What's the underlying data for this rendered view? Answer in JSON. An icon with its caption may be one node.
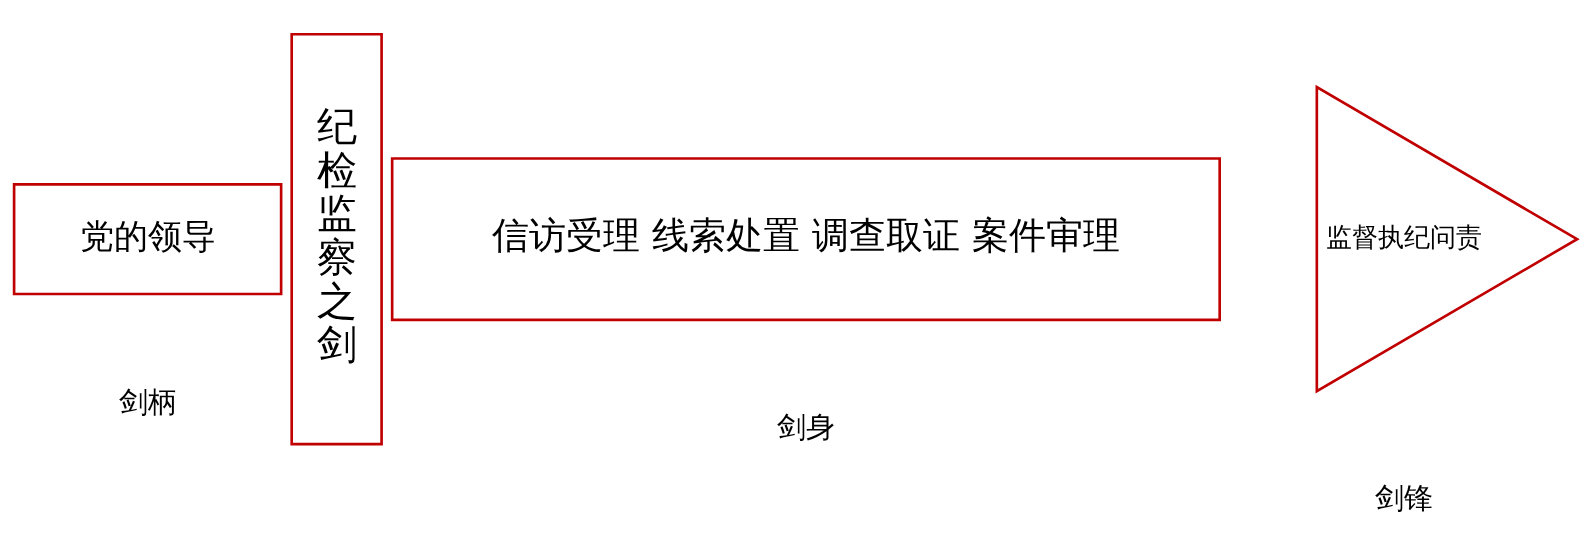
{
  "diagram": {
    "nodes": [
      {
        "text": [
          "党的领导"
        ]
      },
      {
        "text": [
          "纪检监察之剑"
        ]
      },
      {
        "text": [
          "信访受理 线索处置 调查取证 案件审理"
        ]
      },
      {
        "text": [
          "监督执纪问责"
        ]
      }
    ],
    "labels": [
      "剑柄",
      "剑身",
      "剑锋"
    ]
  }
}
